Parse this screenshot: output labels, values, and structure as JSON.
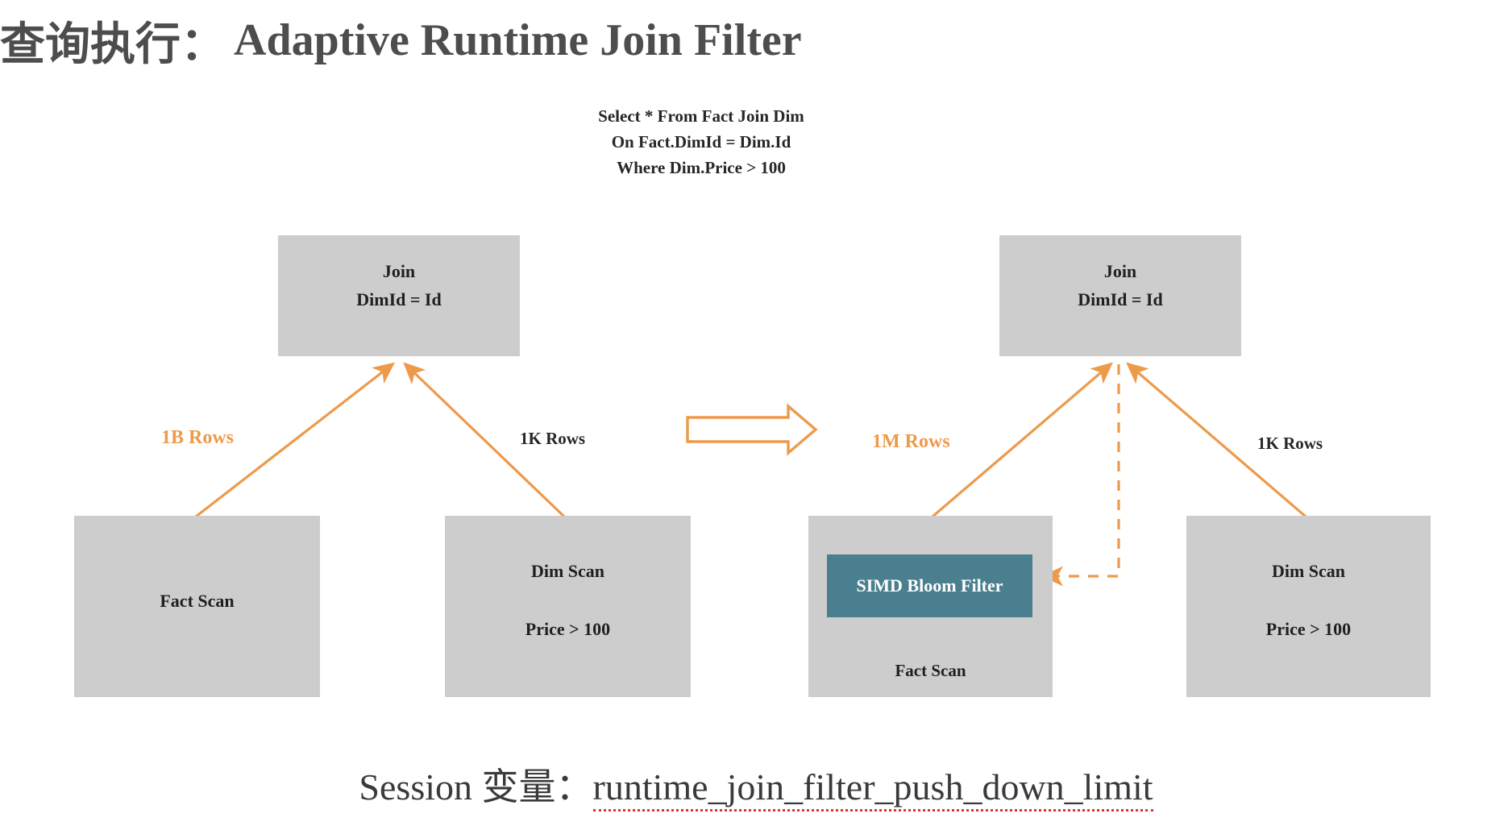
{
  "slide": {
    "title_cjk": "查询执行：",
    "title_latin": "Adaptive Runtime Join Filter",
    "title_color": "#4d4d4d"
  },
  "sql": {
    "line1": "Select * From Fact Join Dim",
    "line2": "On Fact.DimId = Dim.Id",
    "line3": "Where Dim.Price > 100"
  },
  "colors": {
    "box_gray": "#cdcdcd",
    "accent_orange": "#ED9A4B",
    "bloom_teal": "#4a7f8f",
    "text_dark": "#262626",
    "spellcheck_red": "#e03030"
  },
  "left_plan": {
    "join": {
      "title": "Join",
      "condition": "DimId = Id"
    },
    "fact_scan": {
      "title": "Fact Scan"
    },
    "dim_scan": {
      "title": "Dim Scan",
      "predicate": "Price > 100"
    },
    "edge_fact_rows": "1B Rows",
    "edge_dim_rows": "1K Rows"
  },
  "right_plan": {
    "join": {
      "title": "Join",
      "condition": "DimId = Id"
    },
    "fact_scan": {
      "title": "Fact Scan",
      "bloom_filter": "SIMD Bloom Filter"
    },
    "dim_scan": {
      "title": "Dim Scan",
      "predicate": "Price > 100"
    },
    "edge_fact_rows": "1M Rows",
    "edge_dim_rows": "1K Rows"
  },
  "transition": {
    "icon": "right-block-arrow-icon"
  },
  "caption": {
    "prefix_latin": "Session ",
    "prefix_cjk": "变量：",
    "variable": "runtime_join_filter_push_down_limit"
  }
}
